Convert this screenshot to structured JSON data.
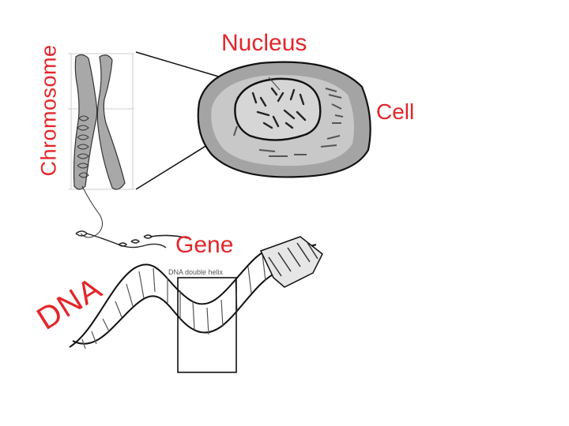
{
  "labels": {
    "chromosome": "Chromosome",
    "nucleus": "Nucleus",
    "cell": "Cell",
    "gene": "Gene",
    "dna": "DNA",
    "dna_helix_caption": "DNA double helix"
  },
  "colors": {
    "label_red": "#e3262b",
    "outline": "#111111",
    "cell_fill": "#9e9e9e",
    "nucleus_fill": "#d4d4d4",
    "chromosome_fill": "#a8a8a8"
  }
}
